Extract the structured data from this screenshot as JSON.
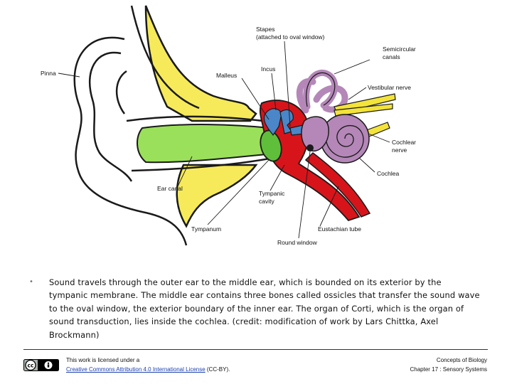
{
  "figure": {
    "labels": {
      "stapes_line1": "Stapes",
      "stapes_line2": "(attached to oval window)",
      "semicircular_line1": "Semicircular",
      "semicircular_line2": "canals",
      "pinna": "Pinna",
      "incus": "Incus",
      "malleus": "Malleus",
      "vestibular_nerve": "Vestibular nerve",
      "cochlear_nerve_line1": "Cochlear",
      "cochlear_nerve_line2": "nerve",
      "cochlea": "Cochlea",
      "ear_canal": "Ear canal",
      "tympanic_line1": "Tympanic",
      "tympanic_line2": "cavity",
      "tympanum": "Tympanum",
      "eustachian_tube": "Eustachian tube",
      "round_window": "Round window"
    },
    "colors": {
      "outline": "#1a1a1a",
      "bone": "#f6ea5a",
      "canal": "#9be05a",
      "eardrum": "#5fbf3a",
      "middle_ear": "#d8141b",
      "ossicles": "#4a86c8",
      "inner_ear": "#b487b8",
      "nerve": "#f3e33a"
    }
  },
  "caption": {
    "text": "Sound travels through the outer ear to the middle ear, which is bounded on its exterior by the tympanic membrane. The middle ear contains three bones called ossicles that transfer the sound wave to the oval window, the exterior boundary of the inner ear. The organ of Corti, which is the organ of sound transduction, lies inside the cochlea. (credit: modification of work by Lars Chittka, Axel Brockmann)"
  },
  "footer": {
    "license_prefix": "This work is licensed under a",
    "license_link": "Creative Commons Attribution 4.0 International License",
    "license_suffix": " (CC-BY).",
    "book_title": "Concepts of Biology",
    "chapter": "Chapter 17 : Sensory Systems",
    "cc_badge_text": "cc"
  }
}
